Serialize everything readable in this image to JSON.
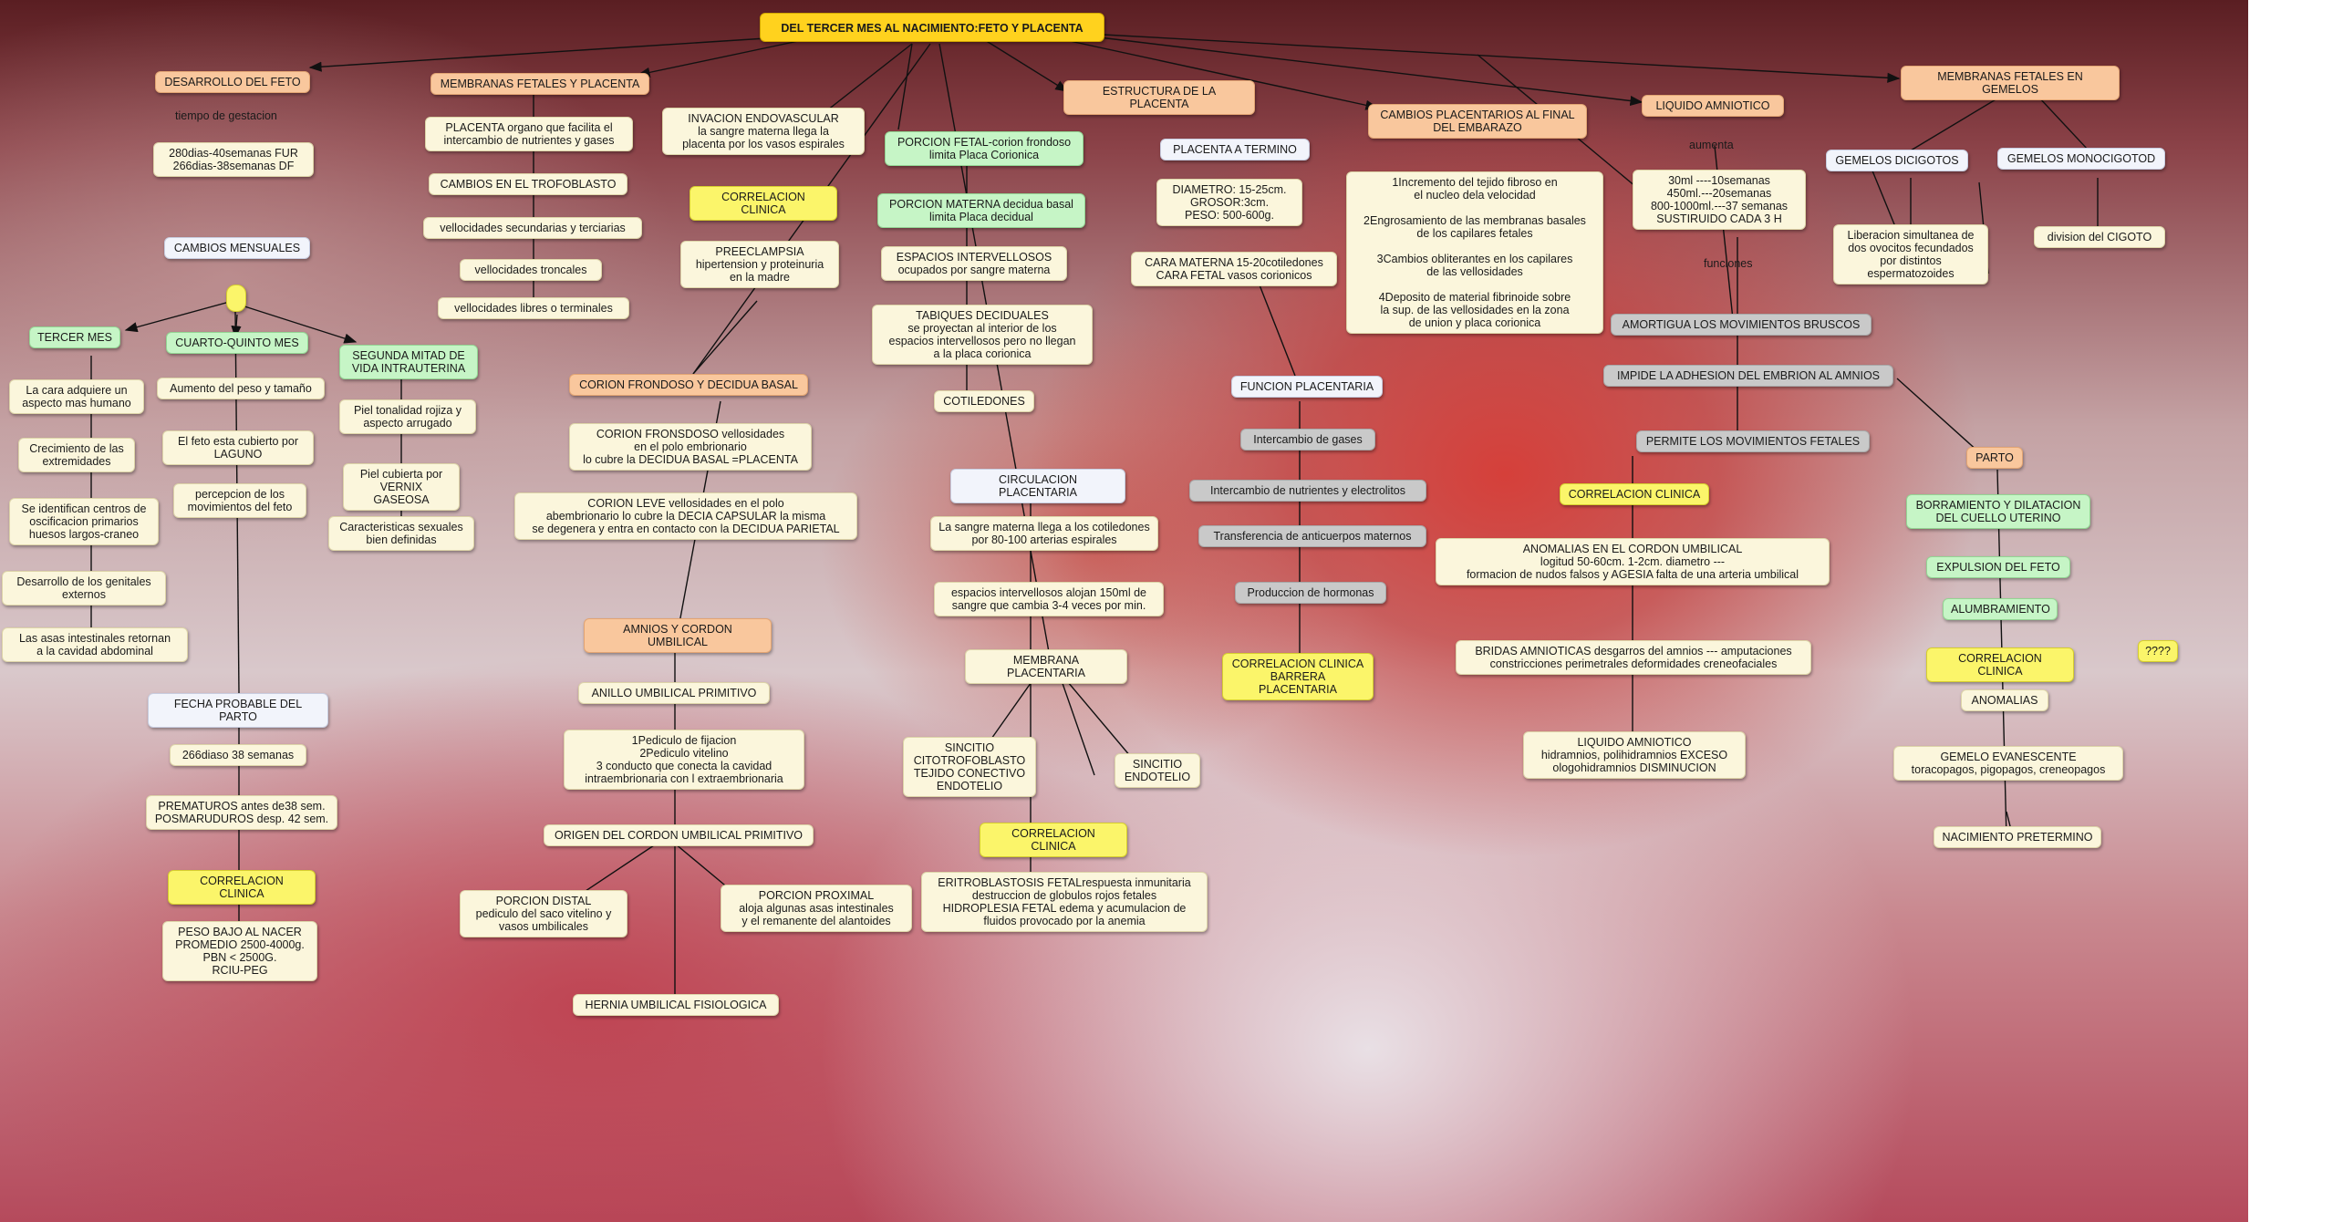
{
  "map": {
    "title": "DEL TERCER MES AL NACIMIENTO:FETO Y PLACENTA",
    "desarrollo": {
      "header": "DESARROLLO DEL FETO",
      "tiempo_label": "tiempo de gestacion",
      "duracion": "280dias-40semanas FUR\n266dias-38semanas DF",
      "cambios_mensuales": "CAMBIOS MENSUALES",
      "tercer_mes": "TERCER MES",
      "tercer_items": [
        "La cara adquiere un\naspecto mas humano",
        "Crecimiento de las\nextremidades",
        "Se identifican centros de\noscificacion primarios\nhuesos largos-craneo",
        "Desarrollo de los genitales\nexternos",
        "Las asas intestinales retornan\na la cavidad abdominal"
      ],
      "cuarto_quinto": "CUARTO-QUINTO MES",
      "cuarto_items": [
        "Aumento del peso y tamaño",
        "El feto esta cubierto por\nLAGUNO",
        "percepcion de los\nmovimientos del feto"
      ],
      "segunda_mitad": "SEGUNDA MITAD DE\nVIDA INTRAUTERINA",
      "segunda_items": [
        "Piel tonalidad rojiza y\naspecto arrugado",
        "Piel cubierta por\nVERNIX GASEOSA",
        "Caracteristicas sexuales\nbien definidas"
      ],
      "fecha_parto": "FECHA PROBABLE DEL PARTO",
      "dias": "266diaso 38 semanas",
      "prematuros": "PREMATUROS antes de38 sem.\nPOSMARUDUROS desp. 42 sem.",
      "correlacion": "CORRELACION CLINICA",
      "peso": "PESO BAJO AL NACER\nPROMEDIO 2500-4000g.\nPBN < 2500G.\nRCIU-PEG"
    },
    "membranas": {
      "header": "MEMBRANAS FETALES Y PLACENTA",
      "placenta_def": "PLACENTA organo que facilita el\nintercambio de nutrientes y gases",
      "trofoblasto": "CAMBIOS EN EL TROFOBLASTO",
      "velocidades": [
        "vellocidades secundarias y terciarias",
        "vellocidades troncales",
        "vellocidades libres o terminales"
      ],
      "invasion": "INVACION ENDOVASCULAR\nla sangre materna llega la\nplacenta por los vasos espirales",
      "correlacion": "CORRELACION CLINICA",
      "preeclampsia": "PREECLAMPSIA\nhipertension y proteinuria\nen la madre",
      "corion_header": "CORION FRONDOSO Y DECIDUA BASAL",
      "corion_frondoso": "CORION FRONSDOSO vellosidades\nen el polo embrionario\nlo cubre la DECIDUA BASAL =PLACENTA",
      "corion_leve": "CORION LEVE  vellosidades en el polo\nabembrionario lo cubre la DECIA CAPSULAR la misma\nse degenera y entra en contacto con la DECIDUA PARIETAL",
      "amnios_header": "AMNIOS Y CORDON UMBILICAL",
      "anillo": "ANILLO UMBILICAL PRIMITIVO",
      "pediculos": "1Pediculo de fijacion\n2Pediculo vitelino\n3 conducto que conecta la cavidad\nintraembrionaria con l extraembrionaria",
      "origen": "ORIGEN DEL CORDON UMBILICAL PRIMITIVO",
      "porcion_distal": "PORCION DISTAL\npediculo del saco vitelino y\nvasos umbilicales",
      "porcion_proximal": "PORCION PROXIMAL\naloja algunas asas intestinales\ny el remanente del alantoides",
      "hernia": "HERNIA UMBILICAL FISIOLOGICA"
    },
    "estructura": {
      "header": "ESTRUCTURA DE LA PLACENTA",
      "porcion_fetal": "PORCION FETAL-corion frondoso\nlimita Placa Corionica",
      "porcion_materna": "PORCION MATERNA  decidua basal\nlimita Placa decidual",
      "espacios": "ESPACIOS INTERVELLOSOS\nocupados por sangre materna",
      "tabiques": "TABIQUES DECIDUALES\nse proyectan al interior de los\nespacios intervellosos pero no llegan\na la placa corionica",
      "cotiledones": "COTILEDONES",
      "placenta_termino": "PLACENTA A TERMINO",
      "diametro": "DIAMETRO: 15-25cm.\nGROSOR:3cm.\nPESO: 500-600g.",
      "cara": "CARA MATERNA 15-20cotiledones\nCARA FETAL vasos corionicos",
      "funcion": "FUNCION PLACENTARIA",
      "funcion_items": [
        "Intercambio de gases",
        "Intercambio de nutrientes y electrolitos",
        "Transferencia de anticuerpos maternos",
        "Produccion de hormonas"
      ],
      "correlacion_barrera": "CORRELACION CLINICA\nBARRERA PLACENTARIA",
      "circulacion": "CIRCULACION PLACENTARIA",
      "sangre": "La sangre materna llega a los cotiledones\npor 80-100 arterias espirales",
      "espacios2": "espacios intervellosos alojan 150ml de\nsangre que cambia 3-4 veces por min.",
      "membrana": "MEMBRANA PLACENTARIA",
      "sincitio_tejido": "SINCITIO\nCITOTROFOBLASTO\nTEJIDO CONECTIVO\nENDOTELIO",
      "sincitio_endo": "SINCITIO\nENDOTELIO",
      "correlacion": "CORRELACION CLINICA",
      "eritroblastosis": "ERITROBLASTOSIS FETALrespuesta inmunitaria\ndestruccion de globulos rojos fetales\nHIDROPLESIA FETAL edema y acumulacion de\nfluidos provocado por la anemia"
    },
    "cambios_final": {
      "header": "CAMBIOS PLACENTARIOS AL FINAL\nDEL EMBARAZO",
      "detalle": "1Incremento del tejido fibroso en\nel nucleo dela velocidad\n\n2Engrosamiento de las membranas basales\nde los capilares fetales\n\n3Cambios obliterantes en los capilares\nde las vellosidades\n\n4Deposito de material fibrinoide sobre\nla sup. de las vellosidades en la zona\nde union y placa corionica"
    },
    "liquido": {
      "header": "LIQUIDO AMNIOTICO",
      "aumenta": "aumenta",
      "volumen": "30ml ----10semanas\n450ml.---20semanas\n800-1000ml.---37 semanas\nSUSTIRUIDO CADA 3 H",
      "funciones": "funciones",
      "funciones_items": [
        "AMORTIGUA LOS MOVIMIENTOS BRUSCOS",
        "IMPIDE LA ADHESION DEL EMBRION AL AMNIOS",
        "PERMITE LOS MOVIMIENTOS FETALES"
      ],
      "correlacion": "CORRELACION CLINICA",
      "anomalias_cordon": "ANOMALIAS EN EL CORDON UMBILICAL\nlogitud 50-60cm. 1-2cm. diametro ---\nformacion de nudos falsos y AGESIA falta de una arteria umbilical",
      "bridas": "BRIDAS AMNIOTICAS desgarros del amnios --- amputaciones\nconstricciones perimetrales deformidades creneofaciales",
      "liquido_anomalias": "LIQUIDO AMNIOTICO\nhidramnios, polihidramnios EXCESO\nologohidramnios DISMINUCION"
    },
    "gemelos": {
      "header": "MEMBRANAS FETALES EN GEMELOS",
      "dicigotos": "GEMELOS DICIGOTOS",
      "dicigotos_def": "Liberacion simultanea de\ndos ovocitos fecundados\npor distintos\nespermatozoides",
      "monocigotos": "GEMELOS MONOCIGOTOD",
      "monocigotos_def": "division del CIGOTO"
    },
    "parto": {
      "header": "PARTO",
      "items": [
        "BORRAMIENTO Y DILATACION\nDEL CUELLO UTERINO",
        "EXPULSION DEL FETO",
        "ALUMBRAMIENTO"
      ],
      "correlacion": "CORRELACION CLINICA",
      "anomalias": "ANOMALIAS",
      "gemelo": "GEMELO EVANESCENTE\ntoracopagos, pigopagos, creneopagos",
      "pretermino": "NACIMIENTO PRETERMINO"
    },
    "question": "????"
  },
  "colors": {
    "cream": "#fbf6dc",
    "orange": "#f9c79d",
    "green": "#c6f5c6",
    "yellow": "#fbf56a",
    "gold": "#ffd21e",
    "gray": "#c9c9c9",
    "blue": "#f2f4fb"
  }
}
